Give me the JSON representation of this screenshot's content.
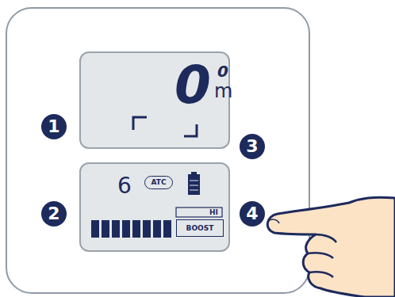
{
  "diagram": {
    "nodes": [
      {
        "text": [
          "0",
          "0",
          "m"
        ]
      },
      {
        "text": [
          "6",
          "HI"
        ]
      },
      {
        "text": [
          "ATC"
        ],
        "in": 1
      },
      {
        "text": [
          "BOOST"
        ],
        "in": 1
      }
    ],
    "labels": [
      "1",
      "2",
      "3",
      "4"
    ]
  }
}
